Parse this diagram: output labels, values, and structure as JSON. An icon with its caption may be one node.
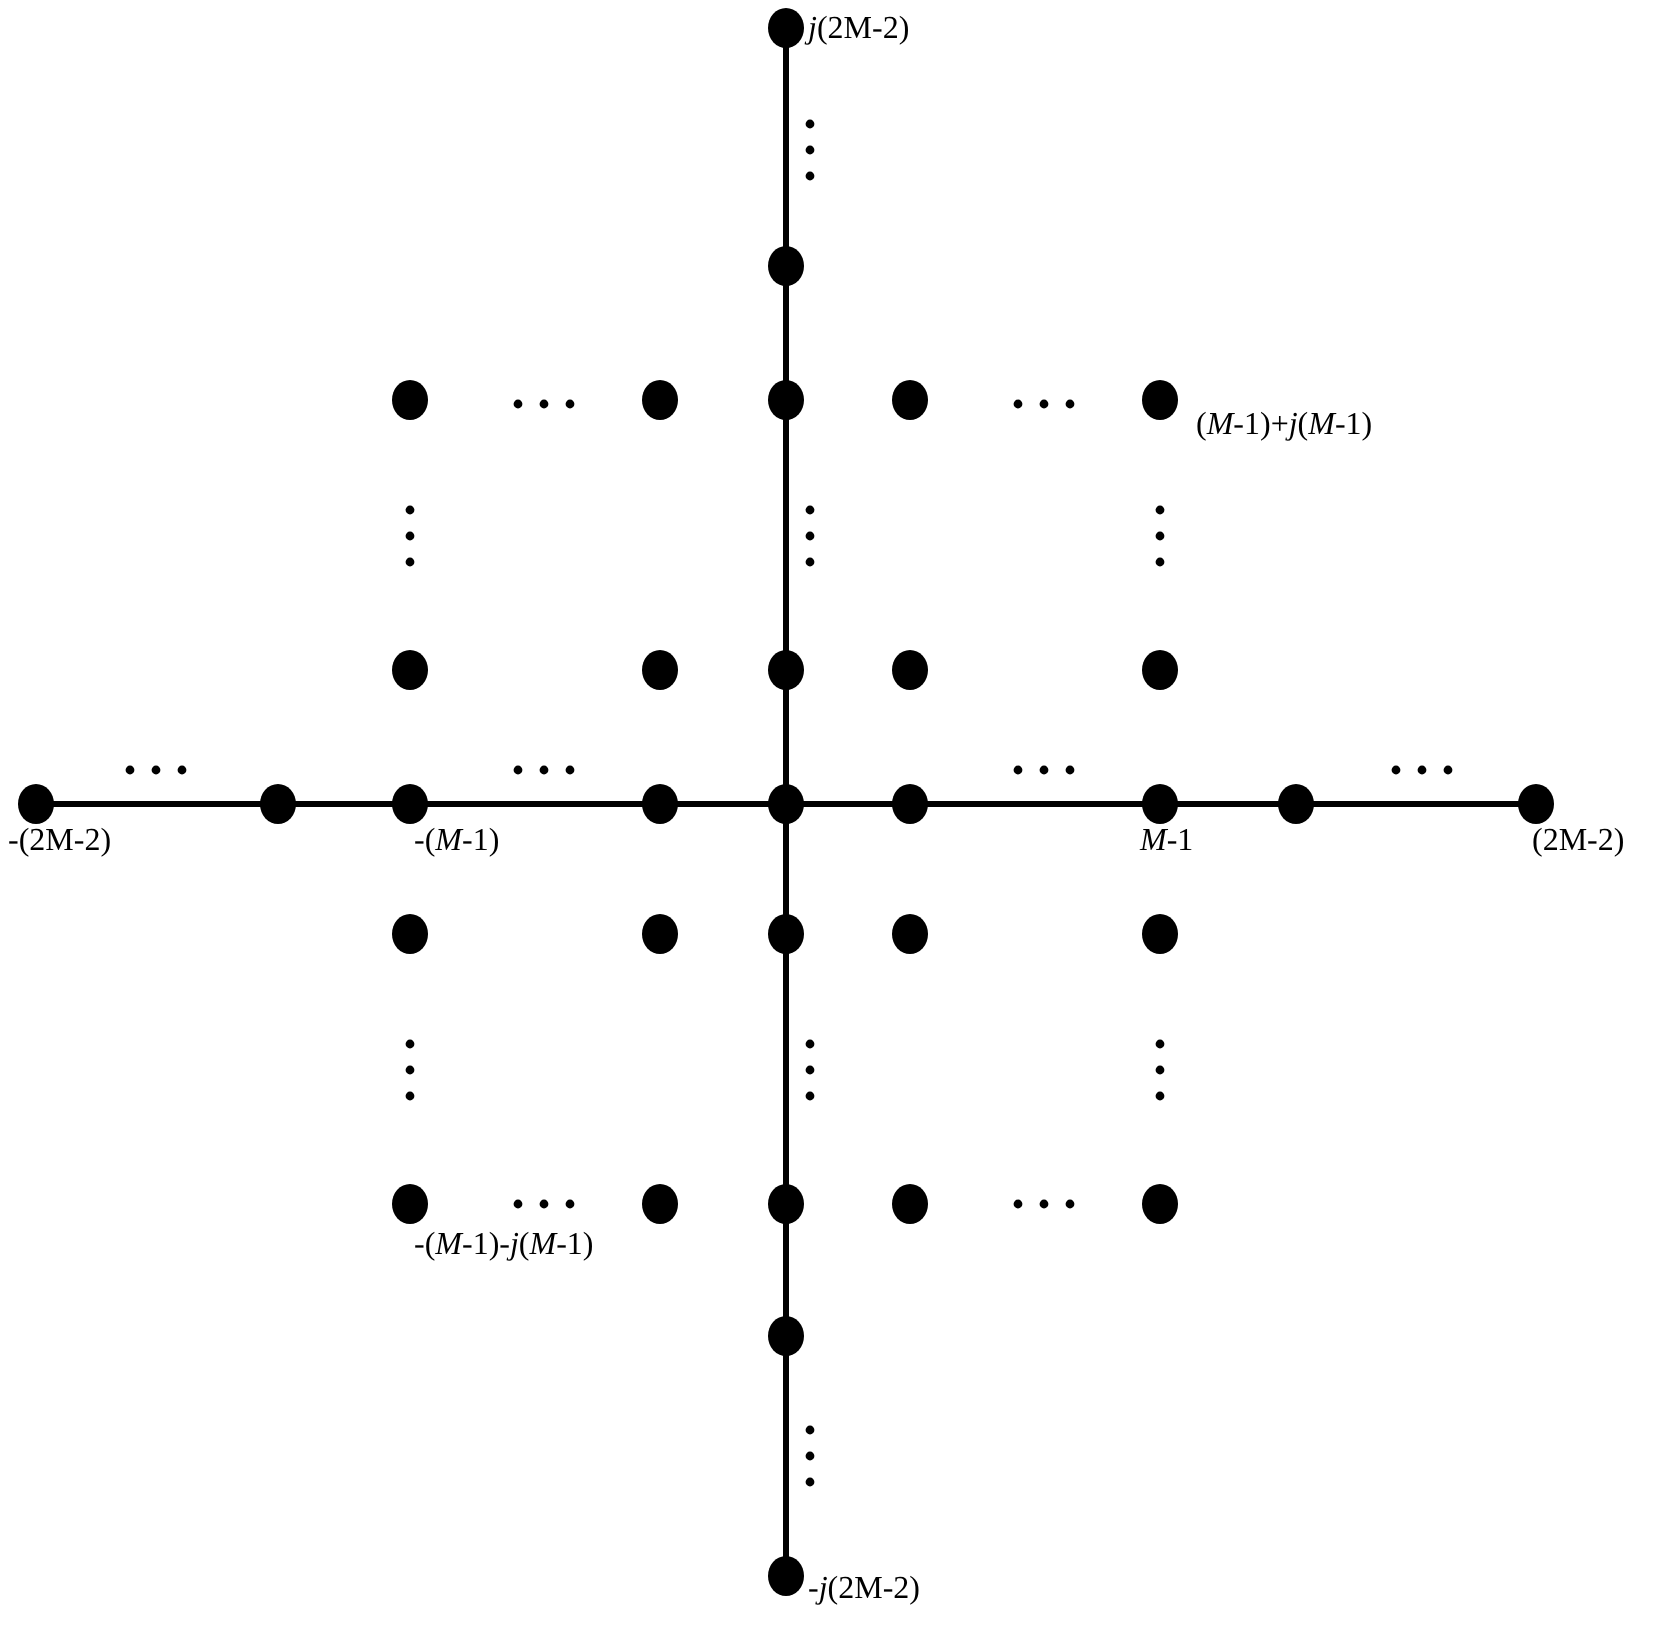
{
  "diagram": {
    "labels": [
      "*j*(2M-2)",
      "(*M*-1)+*j*(*M*-1)",
      "-(2M-2)",
      "-(*M*-1)",
      "*M*-1",
      "(2M-2)",
      "-(*M*-1)-*j*(*M*-1)",
      "-*j*(2M-2)"
    ]
  }
}
